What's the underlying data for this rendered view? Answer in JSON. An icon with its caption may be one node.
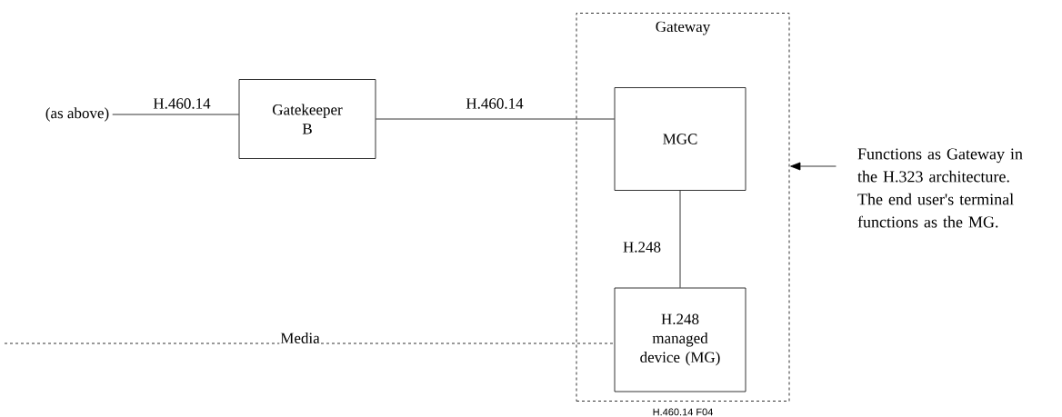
{
  "diagram": {
    "nodes": [
      {
        "text": [
          "(as above)"
        ]
      },
      {
        "text": [
          "Gatekeeper B"
        ]
      },
      {
        "text": [
          "Gateway"
        ]
      },
      {
        "text": [
          "MGC"
        ],
        "in": 2
      },
      {
        "text": [
          "H.248 managed device (MG)"
        ],
        "in": 2
      },
      {
        "text": [
          "Functions as Gateway in the H.323 architecture. The end user's terminal functions as the MG."
        ]
      }
    ],
    "edges": [
      {
        "from": 0,
        "to": 1,
        "arrow": "none",
        "label": "H.460.14"
      },
      {
        "from": 1,
        "to": 3,
        "arrow": "none",
        "label": "H.460.14"
      },
      {
        "from": 3,
        "to": 4,
        "arrow": "none",
        "label": "H.248"
      },
      {
        "from": null,
        "to": 4,
        "arrow": "none",
        "label": "Media",
        "style": "dashed"
      },
      {
        "from": 5,
        "to": 2,
        "arrow": "to"
      }
    ],
    "labels": [
      "H.460.14  F04"
    ]
  }
}
